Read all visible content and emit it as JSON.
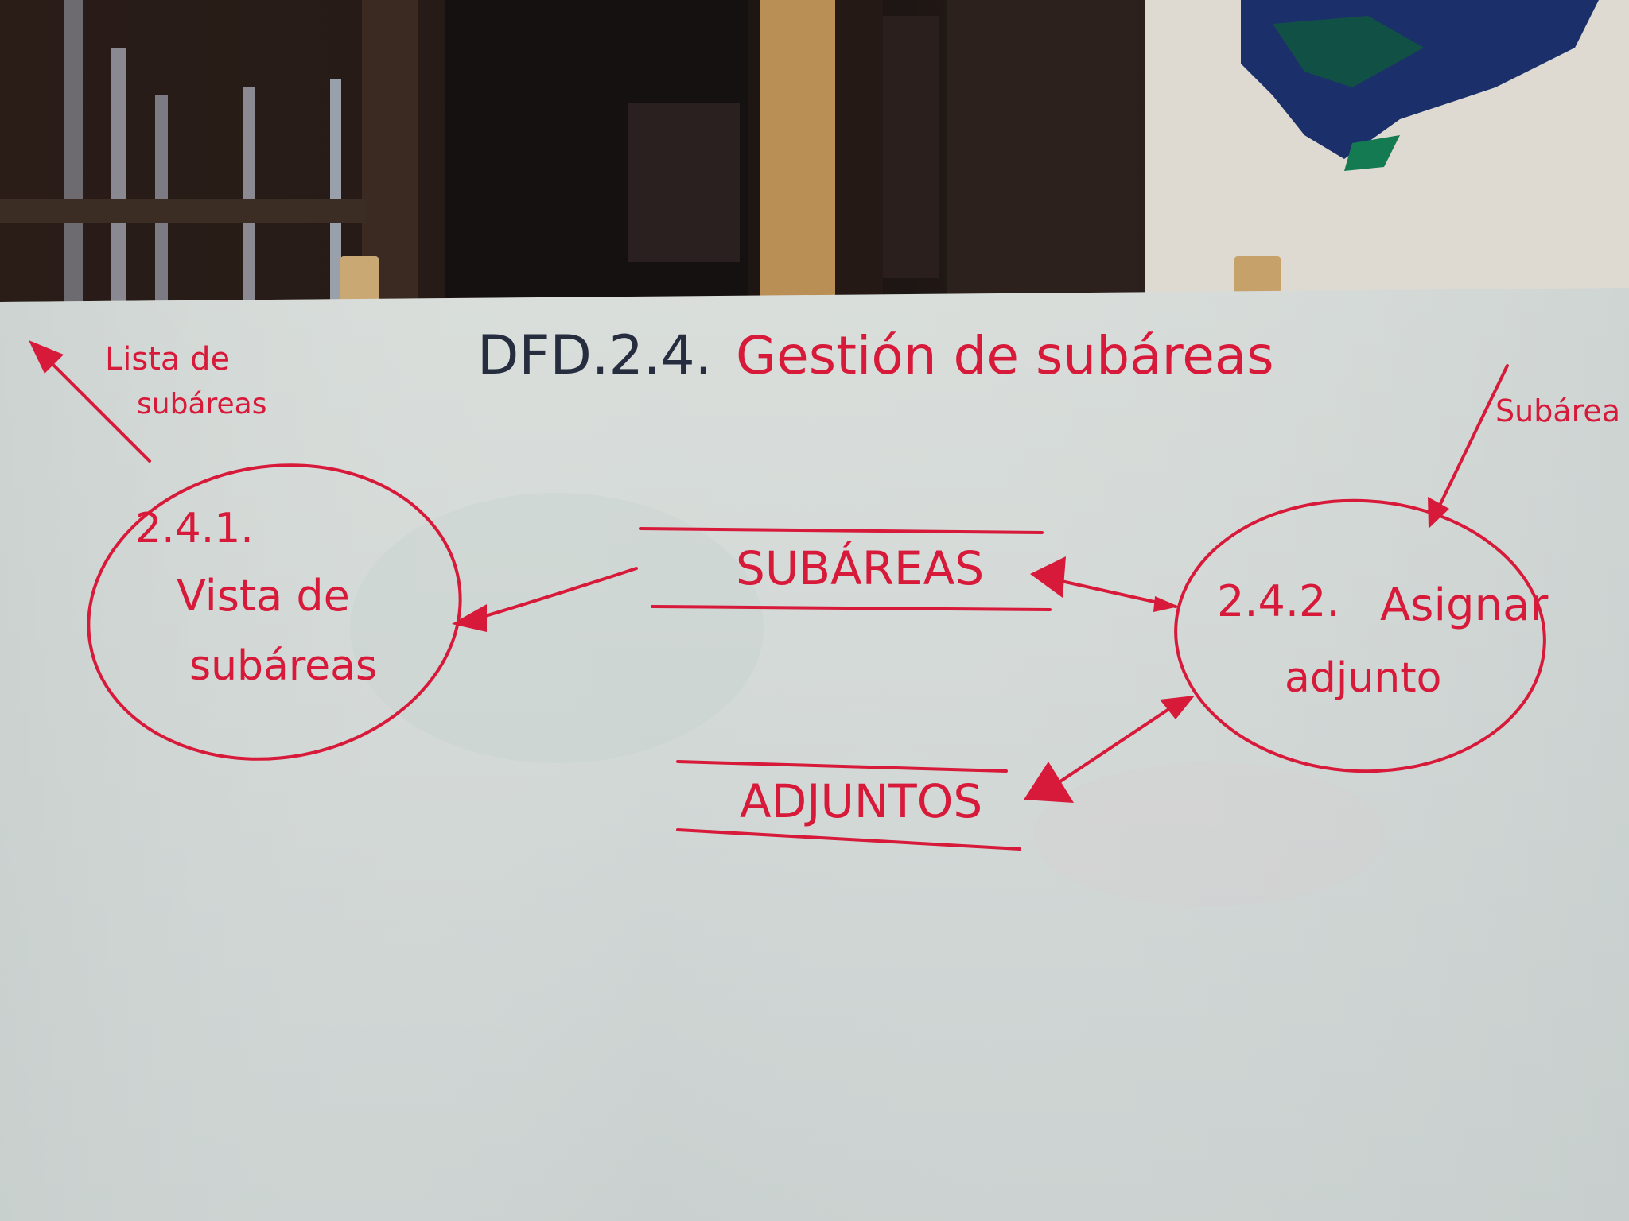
{
  "diagram": {
    "title": {
      "prefix": "DFD.2.4.",
      "text": "Gestión de subáreas"
    },
    "processes": [
      {
        "id_line": "2.4.1.",
        "line1": "Vista de",
        "line2": "subáreas"
      },
      {
        "id_line": "2.4.2.",
        "line1": "Asignar",
        "line2": "adjunto"
      }
    ],
    "data_stores": [
      {
        "label": "SUBÁREAS"
      },
      {
        "label": "ADJUNTOS"
      }
    ],
    "external_flows": {
      "output_line1": "Lista de",
      "output_line2": "subáreas",
      "input": "Subárea"
    },
    "colors": {
      "marker_red": "#d81a3a",
      "marker_dark": "#262d3e",
      "board": "#d5dbd8"
    }
  }
}
